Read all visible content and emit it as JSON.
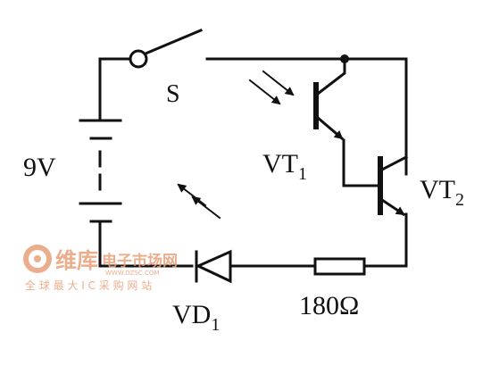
{
  "labels": {
    "switch": "S",
    "battery": "9V",
    "vt1_main": "VT",
    "vt1_sub": "1",
    "vt2_main": "VT",
    "vt2_sub": "2",
    "vd1_main": "VD",
    "vd1_sub": "1",
    "resistor": "180Ω"
  },
  "watermark": {
    "brand": "维库",
    "tagline": "电子市场网",
    "domain": "WWW.DZSC.COM",
    "subtitle": "全 球 最 大 I C 采 购 网 站"
  },
  "colors": {
    "ink": "#111111",
    "watermark": "#e8a07a"
  }
}
